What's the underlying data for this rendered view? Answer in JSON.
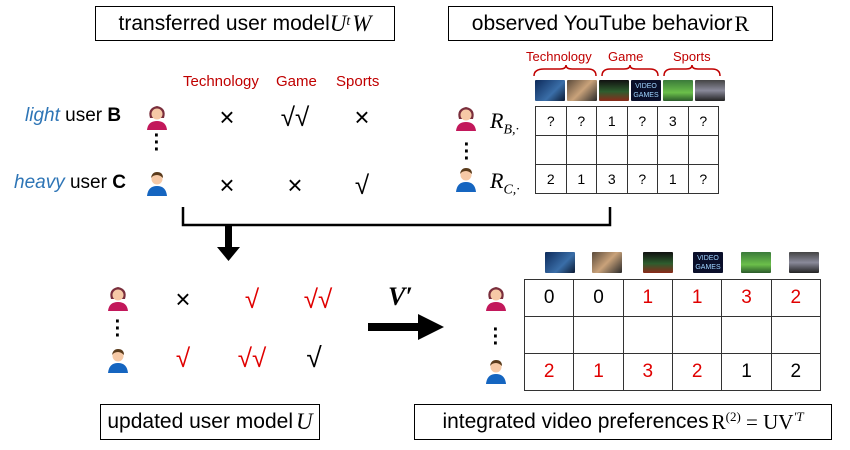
{
  "top_left_box": {
    "text": "transferred user model ",
    "math": "U",
    "sup": "t",
    "math2": "W"
  },
  "top_right_box": {
    "text": "observed YouTube behavior ",
    "math": "R"
  },
  "categories": [
    "Technology",
    "Game",
    "Sports"
  ],
  "users": {
    "light": {
      "adj": "light",
      "word": " user ",
      "id": "B",
      "marks": [
        "×",
        "√√",
        "×"
      ]
    },
    "heavy": {
      "adj": "heavy",
      "word": " user ",
      "id": "C",
      "marks": [
        "×",
        "×",
        "√"
      ]
    }
  },
  "row_labels": {
    "b_main": "R",
    "b_sub": "B,·",
    "c_main": "R",
    "c_sub": "C,·"
  },
  "observed": {
    "row_b": [
      "?",
      "?",
      "1",
      "?",
      "3",
      "?"
    ],
    "row_c": [
      "2",
      "1",
      "3",
      "?",
      "1",
      "?"
    ]
  },
  "updated_marks": {
    "row_b": [
      "×",
      "√",
      "√√"
    ],
    "row_c": [
      "√",
      "√√",
      "√"
    ]
  },
  "arrow_label": {
    "main": "V",
    "prime": "′"
  },
  "integrated": {
    "row_b": [
      "0",
      "0",
      "1",
      "1",
      "3",
      "2"
    ],
    "row_c": [
      "2",
      "1",
      "3",
      "2",
      "1",
      "2"
    ]
  },
  "bottom_left_box": {
    "text": "updated user model ",
    "math": "U"
  },
  "bottom_right_box": {
    "text": "integrated video preferences ",
    "formula": "R",
    "formula_sup": "(2)",
    "formula_rest": " = UV",
    "formula_sup2": "′T"
  },
  "colors": {
    "red": "#e00000",
    "category_red": "#c00000",
    "blue": "#2e75b6"
  },
  "thumbnails": [
    "technology-video-1",
    "technology-video-2",
    "game-video-1",
    "game-video-2",
    "sports-video-1",
    "sports-video-2"
  ]
}
